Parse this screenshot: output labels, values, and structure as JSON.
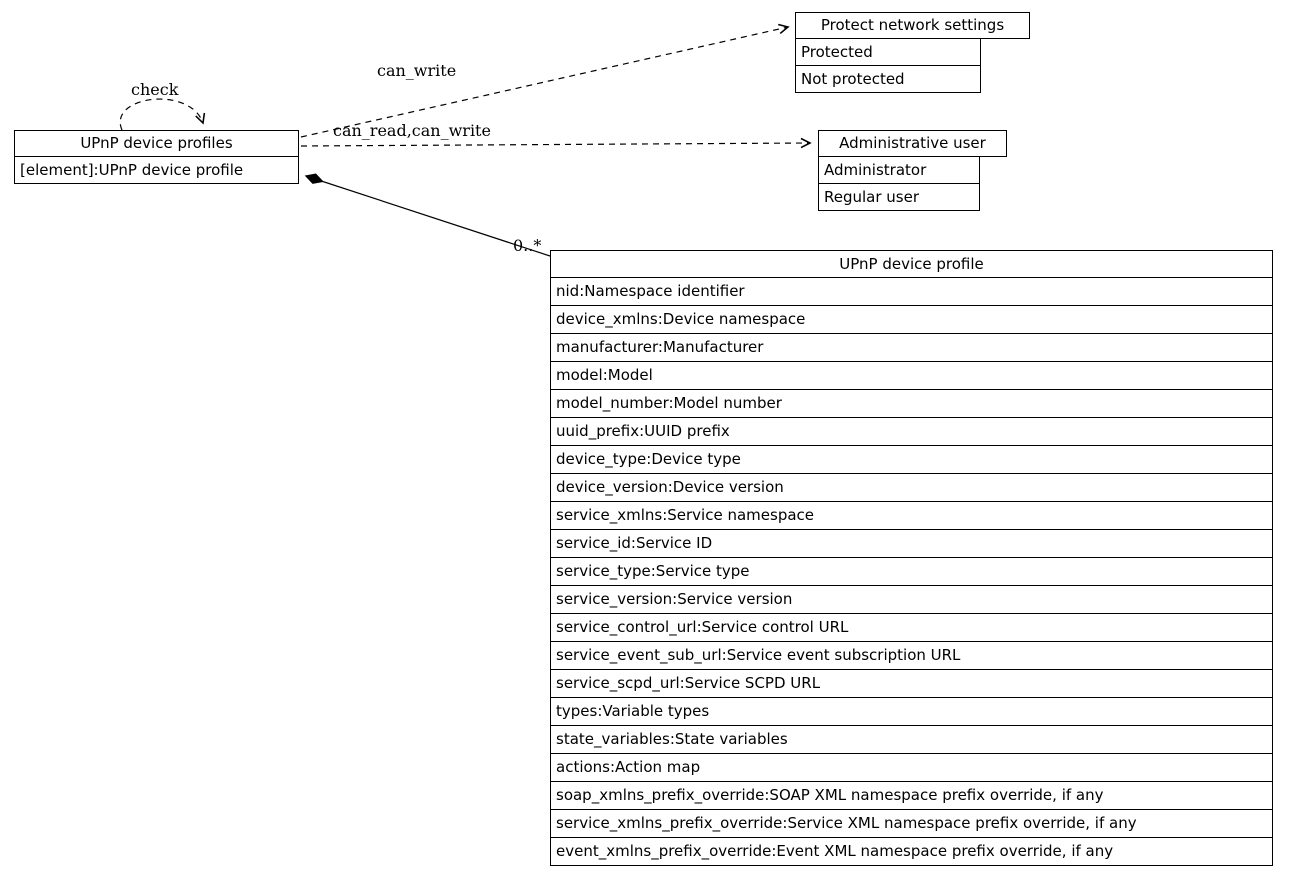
{
  "diagram": {
    "colors": {
      "stroke": "#000000",
      "background": "#ffffff",
      "text": "#000000"
    },
    "nodes": {
      "profiles": {
        "title": "UPnP device profiles",
        "rows": [
          "[element]:UPnP device profile"
        ]
      },
      "protect_network_settings": {
        "title": "Protect network settings",
        "rows": [
          "Protected",
          "Not protected"
        ]
      },
      "administrative_user": {
        "title": "Administrative user",
        "rows": [
          "Administrator",
          "Regular user"
        ]
      },
      "profile": {
        "title": "UPnP device profile",
        "rows": [
          "nid:Namespace identifier",
          "device_xmlns:Device namespace",
          "manufacturer:Manufacturer",
          "model:Model",
          "model_number:Model number",
          "uuid_prefix:UUID prefix",
          "device_type:Device type",
          "device_version:Device version",
          "service_xmlns:Service namespace",
          "service_id:Service ID",
          "service_type:Service type",
          "service_version:Service version",
          "service_control_url:Service control URL",
          "service_event_sub_url:Service event subscription URL",
          "service_scpd_url:Service SCPD URL",
          "types:Variable types",
          "state_variables:State variables",
          "actions:Action map",
          "soap_xmlns_prefix_override:SOAP XML namespace prefix override, if any",
          "service_xmlns_prefix_override:Service XML namespace prefix override, if any",
          "event_xmlns_prefix_override:Event XML namespace prefix override, if any"
        ]
      }
    },
    "edges": {
      "check": {
        "label": "check"
      },
      "can_write": {
        "label": "can_write"
      },
      "can_read_write": {
        "label": "can_read,can_write"
      },
      "aggregation": {
        "multiplicity": "0..*"
      }
    }
  }
}
